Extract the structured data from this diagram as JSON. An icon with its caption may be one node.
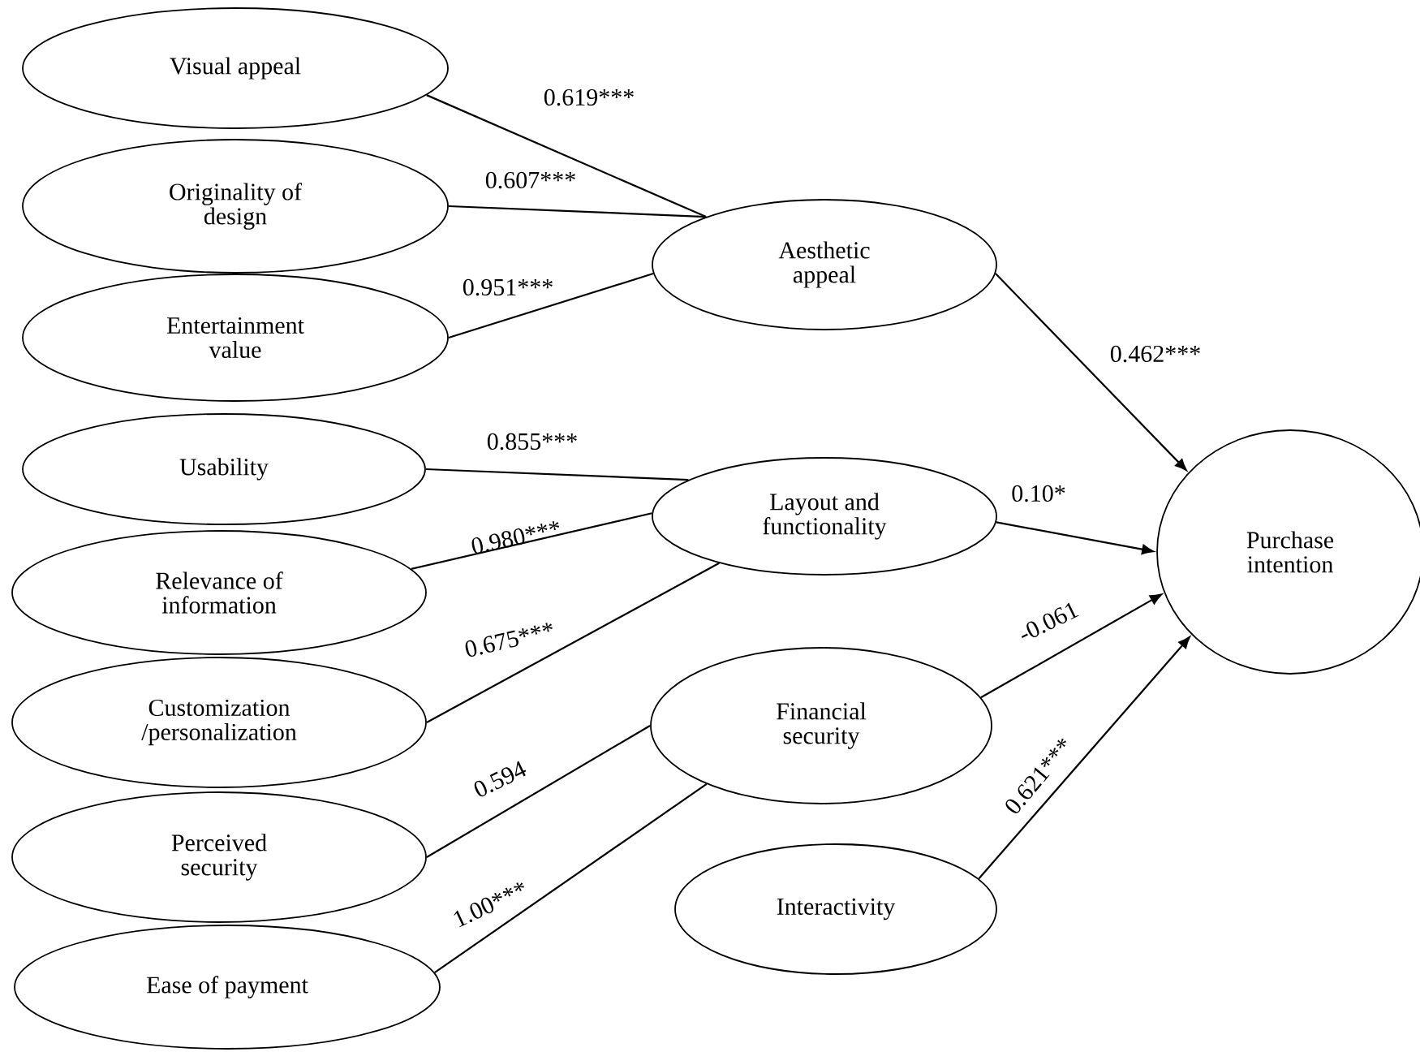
{
  "diagram": {
    "nodes": [
      {
        "text": [
          "Visual appeal"
        ]
      },
      {
        "text": [
          "Originality of design"
        ]
      },
      {
        "text": [
          "Entertainment value"
        ]
      },
      {
        "text": [
          "Usability"
        ]
      },
      {
        "text": [
          "Relevance of information"
        ]
      },
      {
        "text": [
          "Customization /personalization"
        ]
      },
      {
        "text": [
          "Perceived security"
        ]
      },
      {
        "text": [
          "Ease of payment"
        ]
      },
      {
        "text": [
          "Aesthetic appeal"
        ]
      },
      {
        "text": [
          "Layout and functionality"
        ]
      },
      {
        "text": [
          "Financial security"
        ]
      },
      {
        "text": [
          "Interactivity"
        ]
      },
      {
        "text": [
          "Purchase intention"
        ]
      }
    ],
    "edges": [
      {
        "from": 0,
        "to": 8,
        "arrow": "none",
        "label": "0.619***"
      },
      {
        "from": 1,
        "to": 8,
        "arrow": "none",
        "label": "0.607***"
      },
      {
        "from": 2,
        "to": 8,
        "arrow": "none",
        "label": "0.951***"
      },
      {
        "from": 3,
        "to": 9,
        "arrow": "none",
        "label": "0.855***"
      },
      {
        "from": 4,
        "to": 9,
        "arrow": "none",
        "label": "0.980***"
      },
      {
        "from": 5,
        "to": 9,
        "arrow": "none",
        "label": "0.675***"
      },
      {
        "from": 6,
        "to": 10,
        "arrow": "none",
        "label": "0.594"
      },
      {
        "from": 7,
        "to": 10,
        "arrow": "none",
        "label": "1.00***"
      },
      {
        "from": 8,
        "to": 12,
        "arrow": "to",
        "label": "0.462***"
      },
      {
        "from": 9,
        "to": 12,
        "arrow": "to",
        "label": "0.10*"
      },
      {
        "from": 10,
        "to": 12,
        "arrow": "to",
        "label": "-0.061"
      },
      {
        "from": 11,
        "to": 12,
        "arrow": "to",
        "label": "0.621***"
      }
    ]
  }
}
